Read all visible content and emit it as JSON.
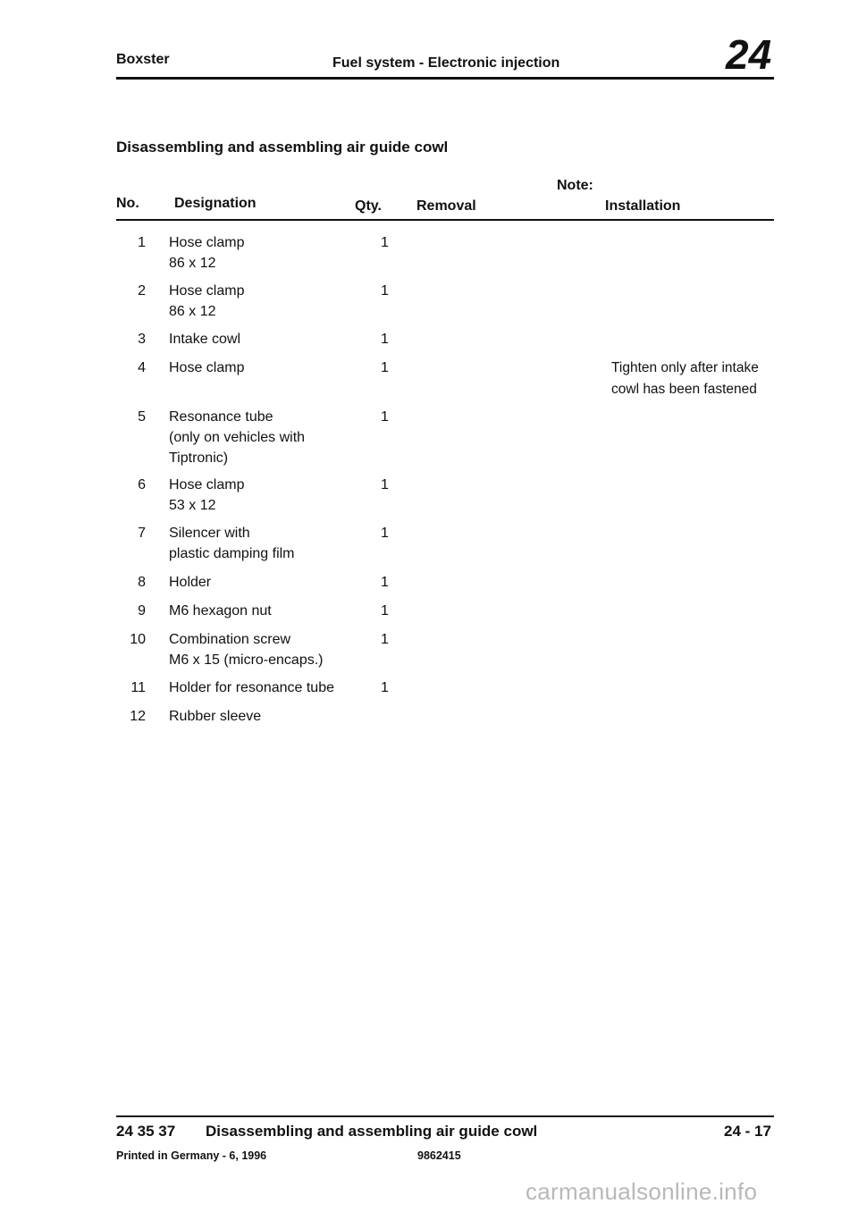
{
  "header": {
    "model": "Boxster",
    "section": "Fuel system - Electronic injection",
    "chapter": "24"
  },
  "title": "Disassembling and assembling air guide cowl",
  "columns": {
    "no": "No.",
    "designation": "Designation",
    "qty": "Qty.",
    "note": "Note:",
    "removal": "Removal",
    "installation": "Installation"
  },
  "rows": [
    {
      "no": "1",
      "lines": [
        "Hose clamp",
        "86 x 12"
      ],
      "qty": "1",
      "installation": []
    },
    {
      "no": "2",
      "lines": [
        "Hose clamp",
        "86 x 12"
      ],
      "qty": "1",
      "installation": []
    },
    {
      "no": "3",
      "lines": [
        "Intake cowl"
      ],
      "qty": "1",
      "installation": []
    },
    {
      "no": "4",
      "lines": [
        "Hose clamp"
      ],
      "qty": "1",
      "installation": [
        "Tighten only after intake",
        "cowl has been fastened"
      ]
    },
    {
      "no": "5",
      "lines": [
        "Resonance tube",
        "(only on vehicles with",
        "Tiptronic)"
      ],
      "qty": "1",
      "installation": []
    },
    {
      "no": "6",
      "lines": [
        "Hose clamp",
        "53 x 12"
      ],
      "qty": "1",
      "installation": []
    },
    {
      "no": "7",
      "lines": [
        "Silencer with",
        "plastic damping film"
      ],
      "qty": "1",
      "installation": []
    },
    {
      "no": "8",
      "lines": [
        "Holder"
      ],
      "qty": "1",
      "installation": []
    },
    {
      "no": "9",
      "lines": [
        "M6 hexagon nut"
      ],
      "qty": "1",
      "installation": []
    },
    {
      "no": "10",
      "lines": [
        "Combination screw",
        "M6 x 15 (micro-encaps.)"
      ],
      "qty": "1",
      "installation": []
    },
    {
      "no": "11",
      "lines": [
        "Holder for resonance tube"
      ],
      "qty": "1",
      "installation": []
    },
    {
      "no": "12",
      "lines": [
        "Rubber sleeve"
      ],
      "qty": "",
      "installation": []
    }
  ],
  "footer": {
    "code": "24 35 37",
    "title": "Disassembling and assembling air guide cowl",
    "page": "24 - 17",
    "printed": "Printed in Germany - 6, 1996",
    "part_no": "9862415"
  },
  "watermark": "carmanualsonline.info"
}
